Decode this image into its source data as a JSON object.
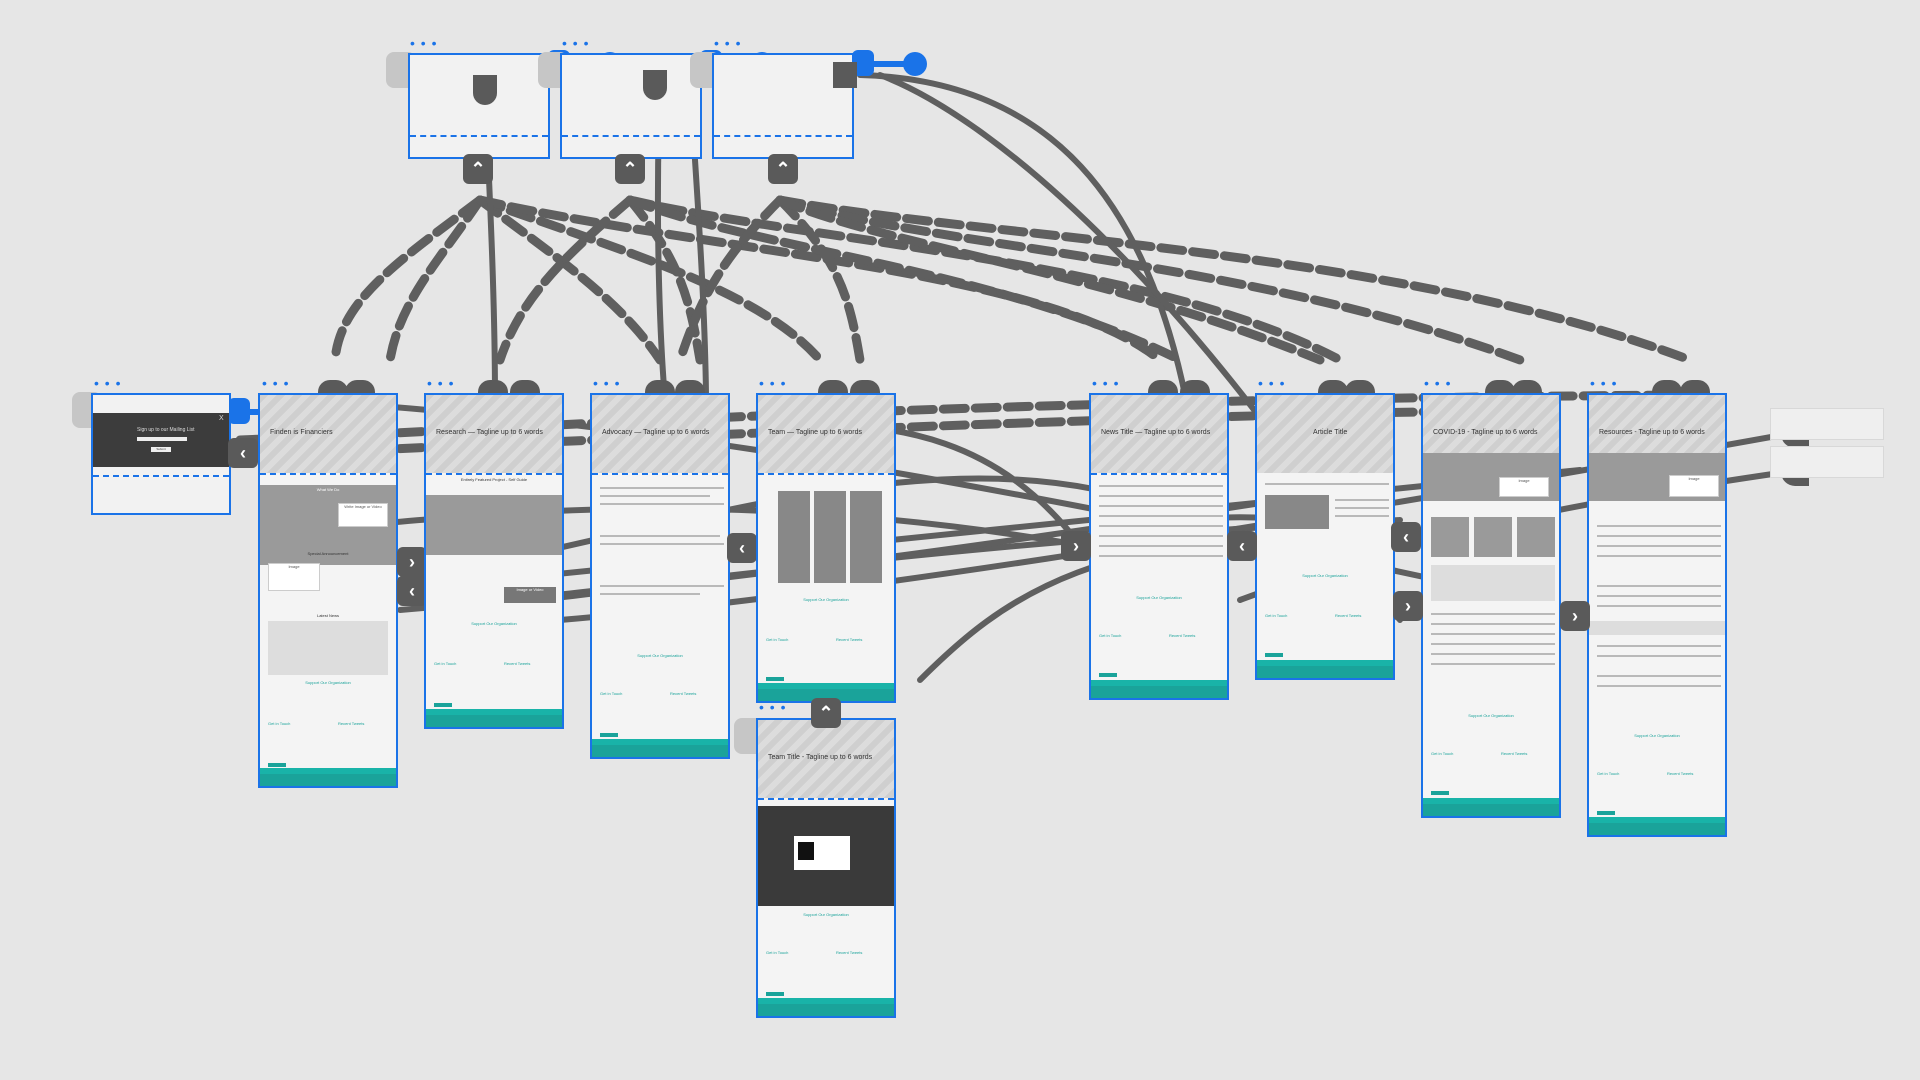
{
  "canvas": {
    "accent": "#1a73e8",
    "wire_color": "#5f5f5f",
    "footer_color": "#1aa39a",
    "menu_dots": "• • •"
  },
  "boards": [
    {
      "id": "home",
      "title": "Finden is Financiers"
    },
    {
      "id": "research",
      "title": "Research — Tagline up to 6 words",
      "subtitle": "Entirely Featured Project - Self Guide",
      "image_label": "Image or Video"
    },
    {
      "id": "advocacy",
      "title": "Advocacy — Tagline up to 6 words"
    },
    {
      "id": "team",
      "title": "Team — Tagline up to 6 words"
    },
    {
      "id": "news",
      "title": "News Title — Tagline up to 6 words"
    },
    {
      "id": "article",
      "title": "Article Title"
    },
    {
      "id": "covid",
      "title": "COVID-19 - Tagline up to 6 words",
      "image_label": "Image"
    },
    {
      "id": "resources",
      "title": "Resources - Tagline up to 6 words",
      "image_label": "Image"
    },
    {
      "id": "team-detail",
      "title": "Team Title - Tagline up to 6 words"
    }
  ],
  "modal": {
    "heading": "Sign up to our Mailing List",
    "close_label": "X",
    "button_label": "Submit"
  },
  "home": {
    "section1": "What We Do",
    "section2": "Special Announcement",
    "section3": "Latest News",
    "image_label": "Image",
    "video_label": "Write Image or Video"
  },
  "shared": {
    "support_heading": "Support Our Organization",
    "get_in_touch": "Get in Touch",
    "recent_tweets": "Recent Tweets"
  }
}
